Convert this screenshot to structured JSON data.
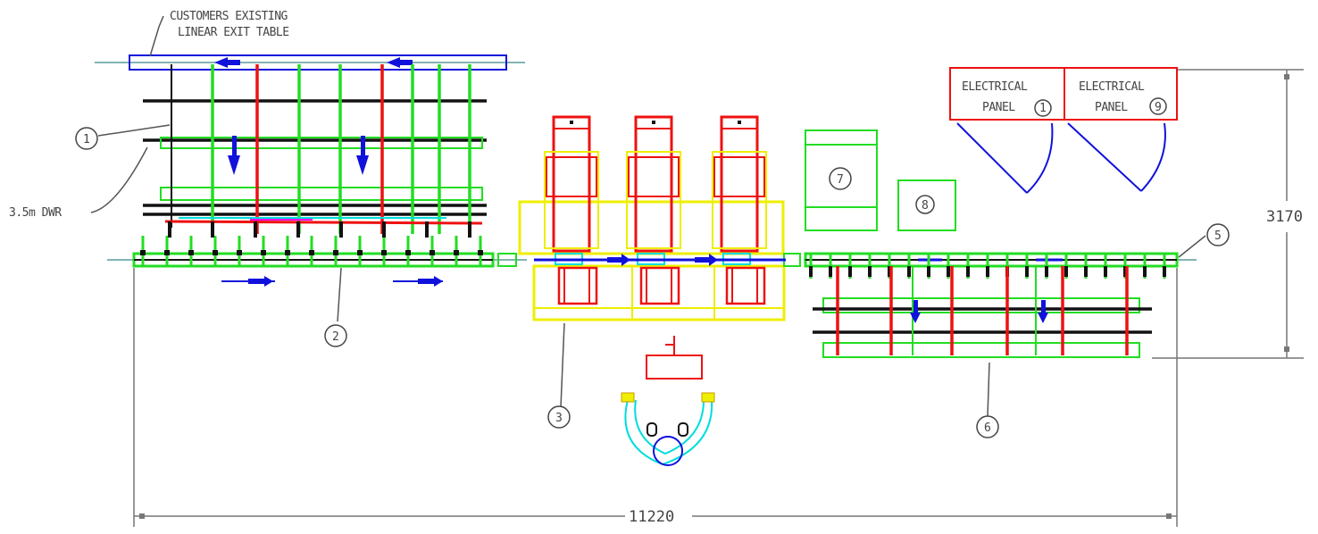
{
  "annotations": {
    "customer_line1": "CUSTOMERS EXISTING",
    "customer_line2": "LINEAR EXIT TABLE",
    "side_note": "3.5m DWR",
    "panel_a_line1": "ELECTRICAL",
    "panel_a_line2": "PANEL",
    "panel_a_num": "1",
    "panel_b_line1": "ELECTRICAL",
    "panel_b_line2": "PANEL",
    "panel_b_num": "9"
  },
  "callouts": {
    "c1": "1",
    "c2": "2",
    "c3": "3",
    "c5": "5",
    "c6": "6",
    "c7": "7",
    "c8": "8"
  },
  "dimensions": {
    "height": "3170",
    "width": "11220"
  },
  "colors": {
    "green": "#22dd22",
    "red": "#ee1111",
    "blue": "#1111dd",
    "yellow": "#eeee00",
    "cyan": "#00dddd",
    "black": "#111111",
    "grey": "#777777",
    "magenta": "#ee00ee"
  }
}
